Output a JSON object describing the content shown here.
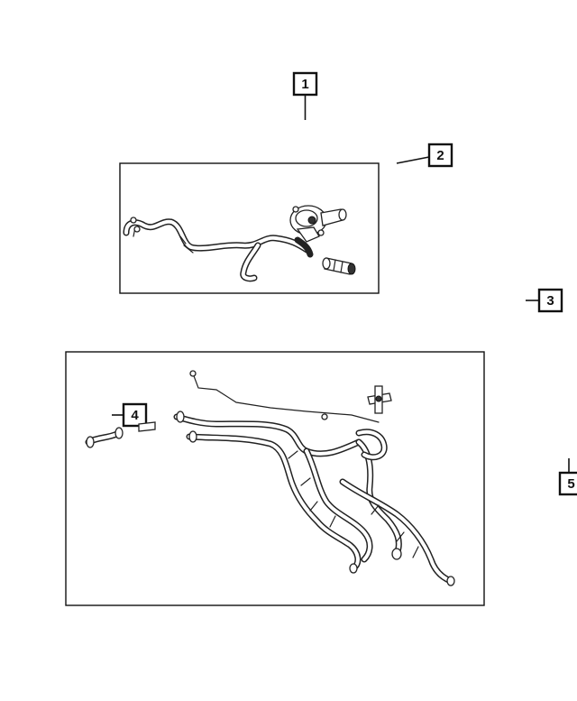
{
  "callouts": [
    {
      "label": "1"
    },
    {
      "label": "2"
    },
    {
      "label": "3"
    },
    {
      "label": "4"
    },
    {
      "label": "5"
    }
  ],
  "colors": {
    "line": "#111111",
    "background": "#ffffff"
  }
}
